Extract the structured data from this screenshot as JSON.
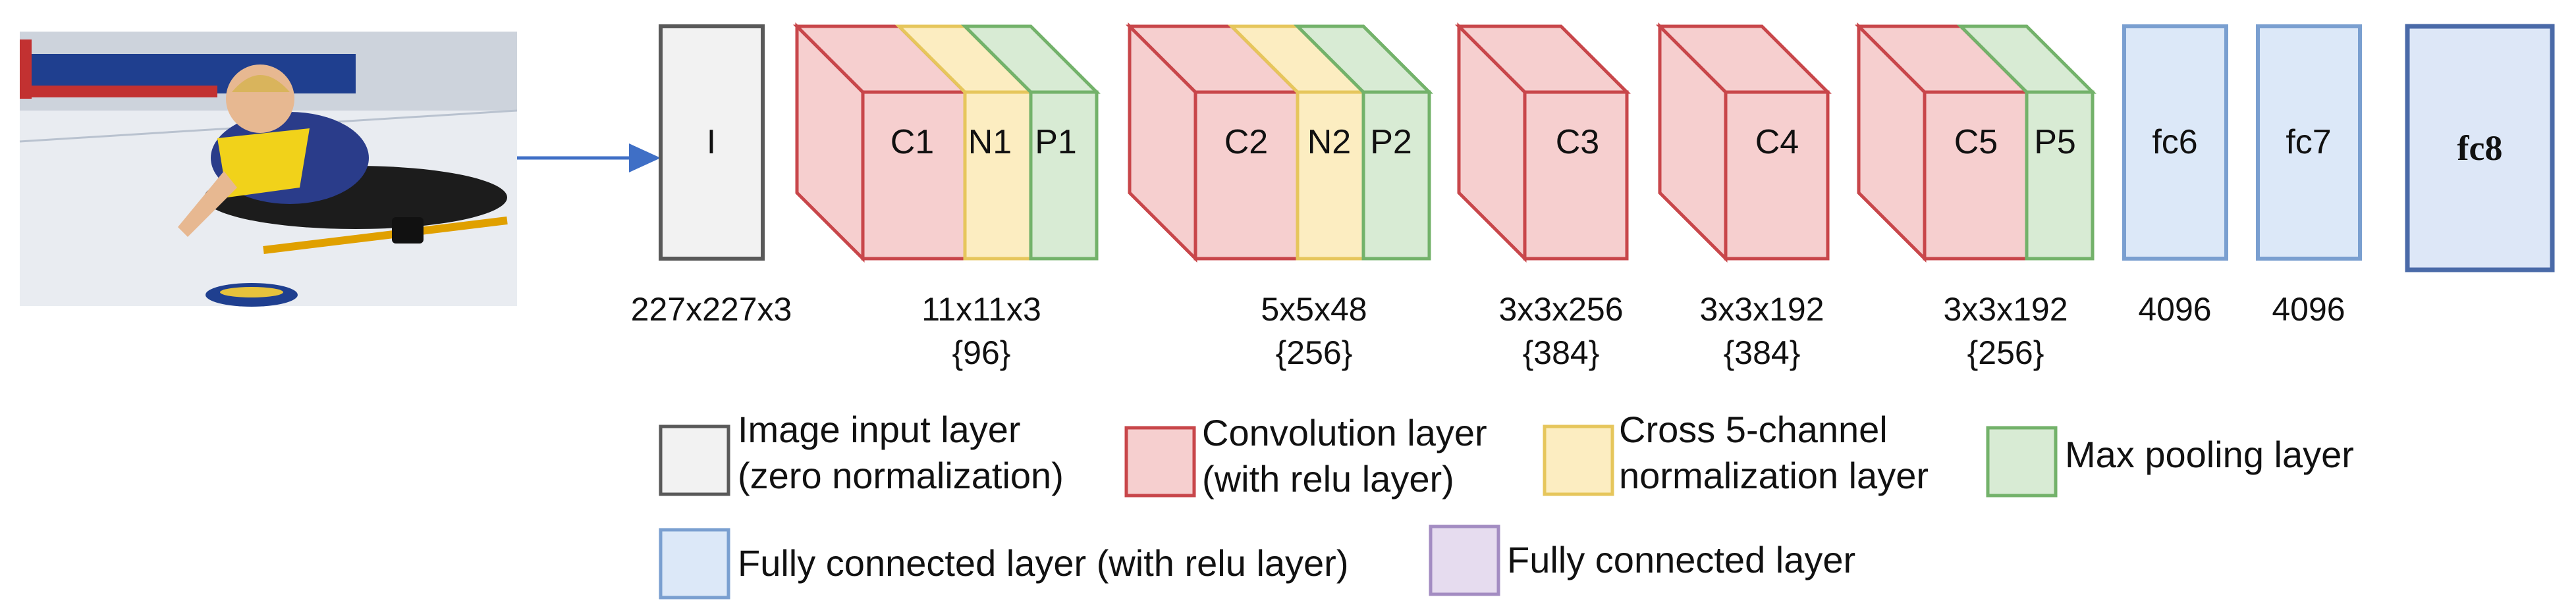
{
  "layers": {
    "input": "I",
    "c1": "C1",
    "n1": "N1",
    "p1": "P1",
    "c2": "C2",
    "n2": "N2",
    "p2": "P2",
    "c3": "C3",
    "c4": "C4",
    "c5": "C5",
    "p5": "P5",
    "fc6": "fc6",
    "fc7": "fc7",
    "fc8": "fc8"
  },
  "dims": {
    "input": "227x227x3",
    "c1_a": "11x11x3",
    "c1_b": "{96}",
    "c2_a": "5x5x48",
    "c2_b": "{256}",
    "c3_a": "3x3x256",
    "c3_b": "{384}",
    "c4_a": "3x3x192",
    "c4_b": "{384}",
    "c5_a": "3x3x192",
    "c5_b": "{256}",
    "fc6": "4096",
    "fc7": "4096"
  },
  "legend": {
    "input_1": "Image input layer",
    "input_2": "(zero normalization)",
    "conv_1": "Convolution layer",
    "conv_2": "(with relu layer)",
    "norm_1": "Cross 5-channel",
    "norm_2": "normalization layer",
    "pool": "Max pooling layer",
    "fc_relu": "Fully connected layer (with relu layer)",
    "fc": "Fully connected layer"
  },
  "colors": {
    "input_fill": "#f2f2f2",
    "input_stroke": "#595959",
    "conv_fill": "#f6cfcf",
    "conv_stroke": "#c8464a",
    "norm_fill": "#fcedc1",
    "norm_stroke": "#e6c65c",
    "pool_fill": "#d8ebd4",
    "pool_stroke": "#73b26a",
    "fc_relu_fill": "#dce8f8",
    "fc_relu_stroke": "#7a9fd0",
    "fc_fill": "#e6dcef",
    "fc_stroke": "#a38cc2",
    "fc8_fill": "#dde7f7",
    "fc8_stroke": "#4a6aa8",
    "arrow": "#3f6fc6"
  }
}
